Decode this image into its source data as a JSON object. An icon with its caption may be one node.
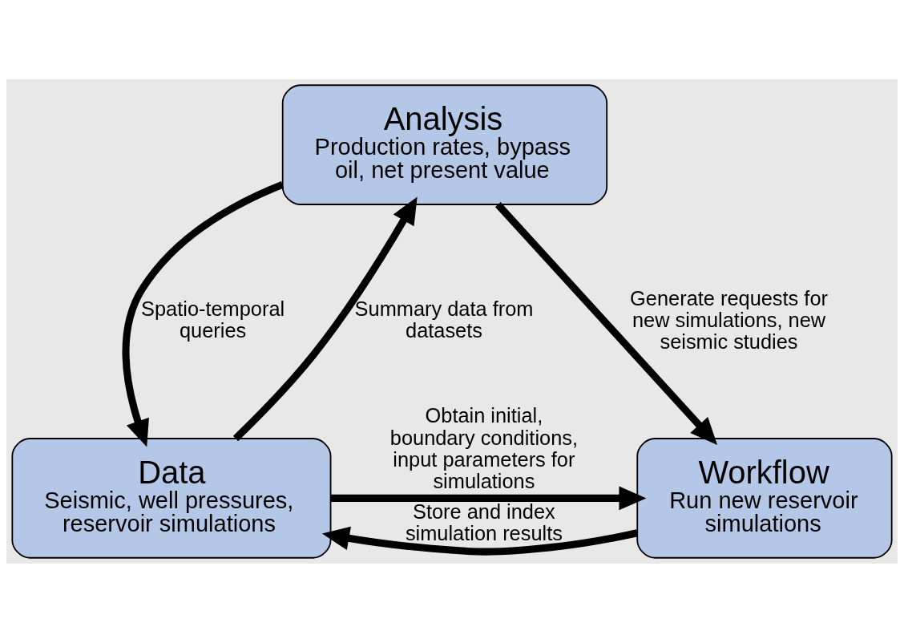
{
  "diagram": {
    "nodes": [
      {
        "text": [
          "Analysis",
          "Production rates, bypass oil, net present value"
        ]
      },
      {
        "text": [
          "Data",
          "Seismic, well pressures, reservoir simulations"
        ]
      },
      {
        "text": [
          "Workflow",
          "Run new reservoir simulations"
        ]
      }
    ],
    "edges": [
      {
        "from": 1,
        "to": 0,
        "arrow": "to",
        "label": "Summary data from datasets"
      },
      {
        "from": 0,
        "to": 1,
        "arrow": "to",
        "label": "Spatio-temporal queries"
      },
      {
        "from": 0,
        "to": 2,
        "arrow": "to",
        "label": "Generate requests for new simulations, new seismic studies"
      },
      {
        "from": 2,
        "to": 1,
        "arrow": "to",
        "label": "Store and index simulation results"
      },
      {
        "from": 1,
        "to": 2,
        "arrow": "to",
        "label": "Obtain initial, boundary conditions, input parameters for simulations"
      }
    ]
  }
}
